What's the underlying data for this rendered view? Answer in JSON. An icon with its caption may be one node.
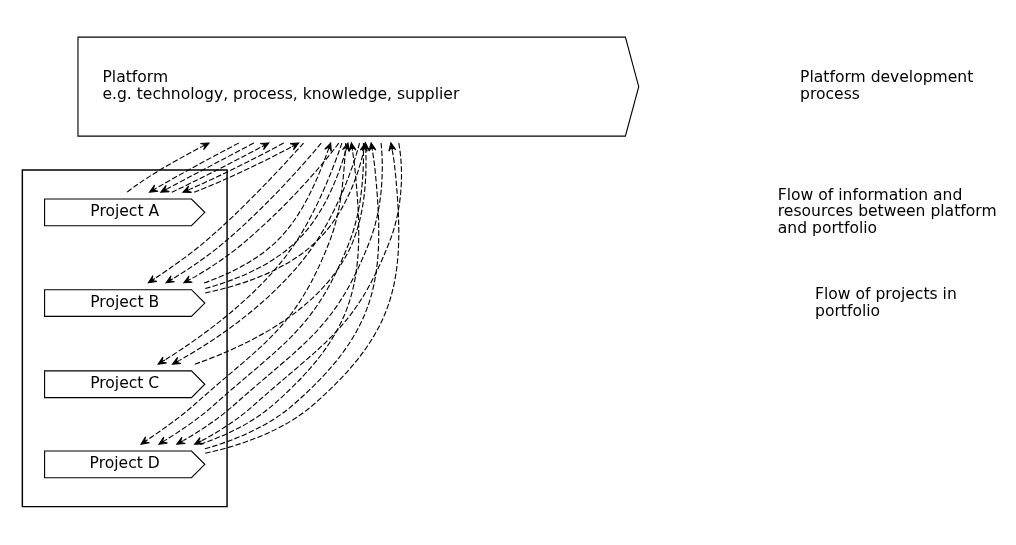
{
  "diagram": {
    "nodes": [
      {
        "text": [
          "Platform",
          "e.g. technology, process, knowledge, supplier"
        ]
      },
      {
        "text": [],
        "shape": "arrow"
      },
      {
        "text": [
          "Project A"
        ],
        "in": 1
      },
      {
        "text": [
          "Project B"
        ],
        "in": 1
      },
      {
        "text": [
          "Project C"
        ],
        "in": 1
      },
      {
        "text": [
          "Project D"
        ],
        "in": 1
      }
    ],
    "edges": [
      {
        "from": 0,
        "to": 2,
        "arrow": "to",
        "style": "dashed"
      },
      {
        "from": 0,
        "to": 3,
        "arrow": "to",
        "style": "dashed"
      },
      {
        "from": 0,
        "to": 2,
        "arrow": "to",
        "style": "dashed"
      },
      {
        "from": 2,
        "to": 0,
        "arrow": "to",
        "style": "dashed"
      },
      {
        "from": 2,
        "to": 0,
        "arrow": "to",
        "style": "dashed"
      },
      {
        "from": 0,
        "to": 2,
        "arrow": "to",
        "style": "dashed"
      },
      {
        "from": 0,
        "to": 4,
        "arrow": "to",
        "style": "dashed"
      },
      {
        "from": 0,
        "to": 4,
        "arrow": "to",
        "style": "dashed"
      },
      {
        "from": 2,
        "to": 0,
        "arrow": "to",
        "style": "dashed"
      },
      {
        "from": 3,
        "to": 0,
        "arrow": "to",
        "style": "dashed"
      },
      {
        "from": 0,
        "to": 3,
        "arrow": "to",
        "style": "dashed"
      },
      {
        "from": 4,
        "to": 0,
        "arrow": "to",
        "style": "dashed"
      },
      {
        "from": 0,
        "to": 5,
        "arrow": "to",
        "style": "dashed"
      },
      {
        "from": 3,
        "to": 0,
        "arrow": "to",
        "style": "dashed"
      },
      {
        "from": 0,
        "to": 3,
        "arrow": "to",
        "style": "dashed"
      },
      {
        "from": 5,
        "to": 0,
        "arrow": "to",
        "style": "dashed"
      },
      {
        "from": 0,
        "to": 5,
        "arrow": "to",
        "style": "dashed"
      },
      {
        "from": 0,
        "to": 5,
        "arrow": "to",
        "style": "dashed"
      },
      {
        "from": 3,
        "to": 0,
        "arrow": "to",
        "style": "dashed"
      },
      {
        "from": 5,
        "to": 0,
        "arrow": "to",
        "style": "dashed"
      },
      {
        "from": 0,
        "to": 5,
        "arrow": "to",
        "style": "dashed"
      },
      {
        "from": 5,
        "to": 0,
        "arrow": "to",
        "style": "dashed"
      }
    ],
    "labels": [
      "Platform development process",
      "Flow of information and resources between platform and portfolio",
      "Flow of projects in portfolio"
    ]
  }
}
